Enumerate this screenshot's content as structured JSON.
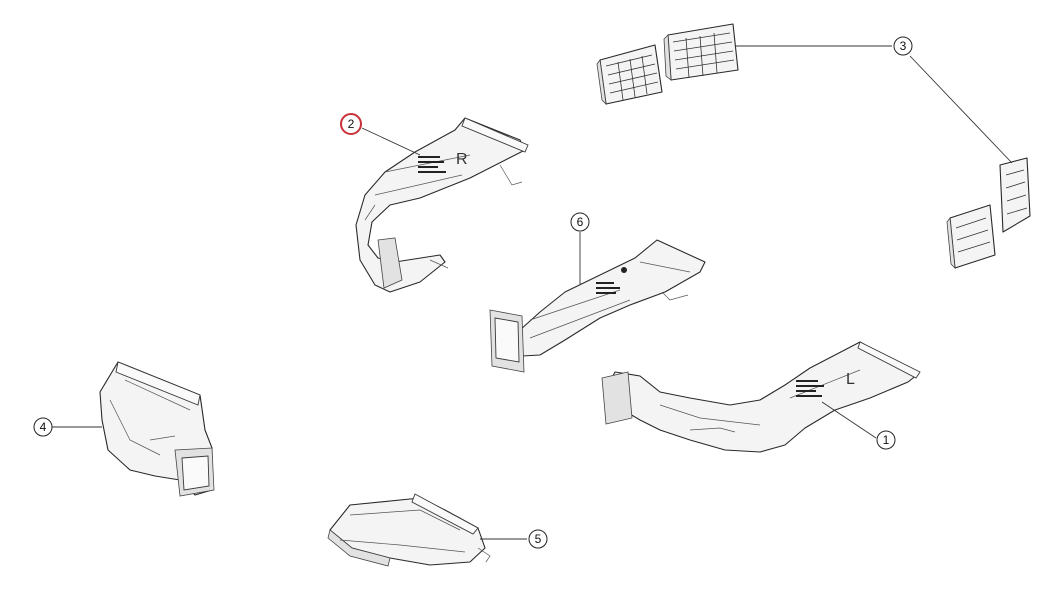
{
  "callouts": {
    "c1": "1",
    "c2": "2",
    "c3": "3",
    "c4": "4",
    "c5": "5",
    "c6": "6"
  },
  "side_markings": {
    "right": "R",
    "left": "L"
  },
  "highlighted_callout": "2",
  "colors": {
    "highlight": "#c8323a",
    "line": "#2a2a2a"
  }
}
